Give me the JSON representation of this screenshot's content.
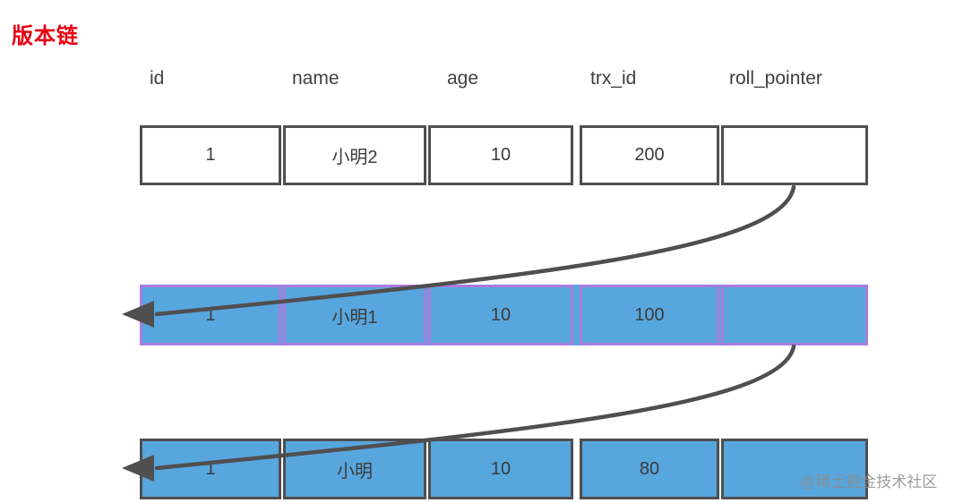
{
  "title": "版本链",
  "table": {
    "columns": [
      "id",
      "name",
      "age",
      "trx_id",
      "roll_pointer"
    ],
    "rows": [
      {
        "variant": "latest-record",
        "cells": [
          "1",
          "小明2",
          "10",
          "200",
          ""
        ]
      },
      {
        "variant": "undo-version-1",
        "cells": [
          "1",
          "小明1",
          "10",
          "100",
          ""
        ]
      },
      {
        "variant": "undo-version-2",
        "cells": [
          "1",
          "小明",
          "10",
          "80",
          ""
        ]
      }
    ]
  },
  "arrows": [
    {
      "name": "roll-pointer-arrow-1",
      "from": "row-1-roll_pointer",
      "to": "row-2-left"
    },
    {
      "name": "roll-pointer-arrow-2",
      "from": "row-2-roll_pointer",
      "to": "row-3-left"
    }
  ],
  "watermark": "@稀土掘金技术社区",
  "colors": {
    "title_red": "#e60012",
    "cell_blue": "#58a6de",
    "border_purple": "#a97bdf",
    "border_gray": "#4f4f4f",
    "arrow_gray": "#4f4f4f",
    "text_dark": "#3b3b3b",
    "watermark_gray": "#8c8c8c"
  }
}
